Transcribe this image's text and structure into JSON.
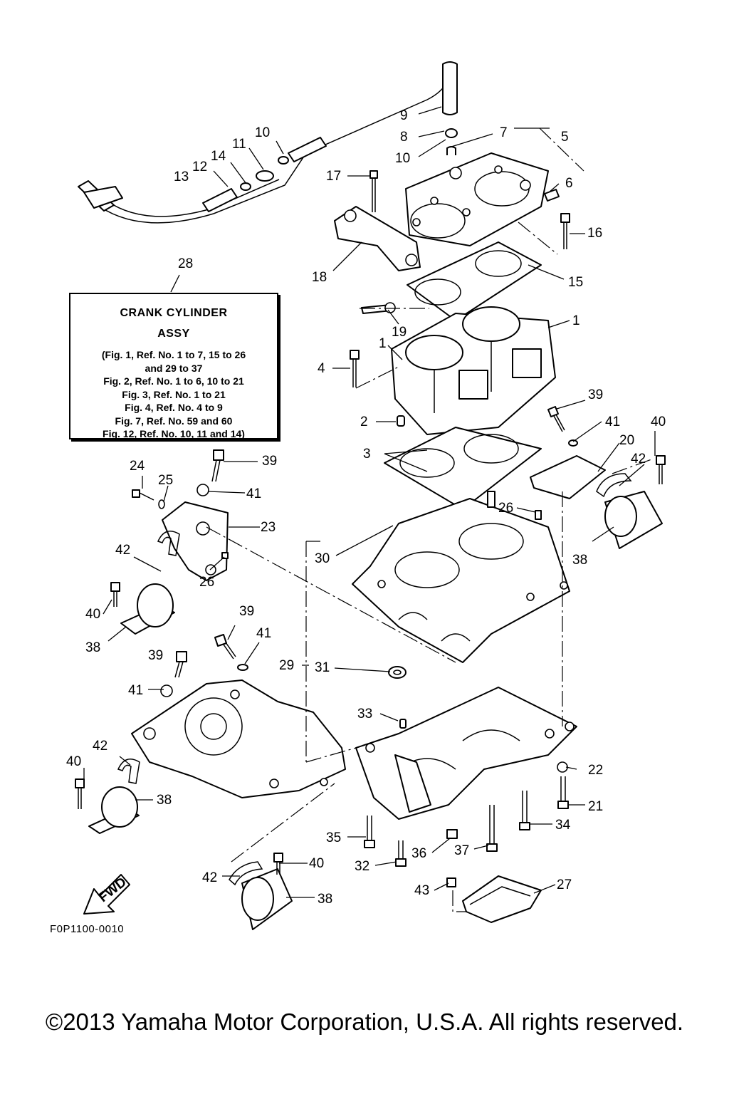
{
  "legend": {
    "callout": "28",
    "title_line1": "CRANK CYLINDER",
    "title_line2": "ASSY",
    "lines": [
      "(Fig. 1, Ref. No. 1 to 7, 15 to 26",
      "and 29 to 37",
      "Fig. 2, Ref. No. 1 to 6, 10 to 21",
      "Fig. 3, Ref. No. 1 to 21",
      "Fig. 4, Ref. No. 4 to 9",
      "Fig. 7, Ref. No. 59 and 60",
      "Fig. 12, Ref. No. 10, 11 and 14)"
    ]
  },
  "callouts": {
    "c9": "9",
    "c8": "8",
    "c10a": "10",
    "c7": "7",
    "c5": "5",
    "c10b": "10",
    "c11": "11",
    "c14": "14",
    "c12": "12",
    "c13": "13",
    "c17": "17",
    "c6": "6",
    "c16": "16",
    "c18": "18",
    "c15": "15",
    "c19": "19",
    "c1a": "1",
    "c1b": "1",
    "c4": "4",
    "c39a": "39",
    "c2": "2",
    "c41a": "41",
    "c40a": "40",
    "c20": "20",
    "c3": "3",
    "c42a": "42",
    "c24": "24",
    "c39b": "39",
    "c25": "25",
    "c41b": "41",
    "c23": "23",
    "c26a": "26",
    "c30": "30",
    "c38a": "38",
    "c42b": "42",
    "c26b": "26",
    "c40b": "40",
    "c38b": "38",
    "c39c": "39",
    "c41c": "41",
    "c39d": "39",
    "c29": "29",
    "c31": "31",
    "c41d": "41",
    "c33": "33",
    "c42c": "42",
    "c40c": "40",
    "c22": "22",
    "c38c": "38",
    "c21": "21",
    "c34": "34",
    "c35": "35",
    "c36": "36",
    "c37": "37",
    "c32": "32",
    "c40d": "40",
    "c42d": "42",
    "c38d": "38",
    "c27": "27",
    "c43": "43"
  },
  "fwd_label": "FWD",
  "figure_code": "F0P1100-0010",
  "copyright": "©2013 Yamaha Motor Corporation, U.S.A. All rights reserved."
}
